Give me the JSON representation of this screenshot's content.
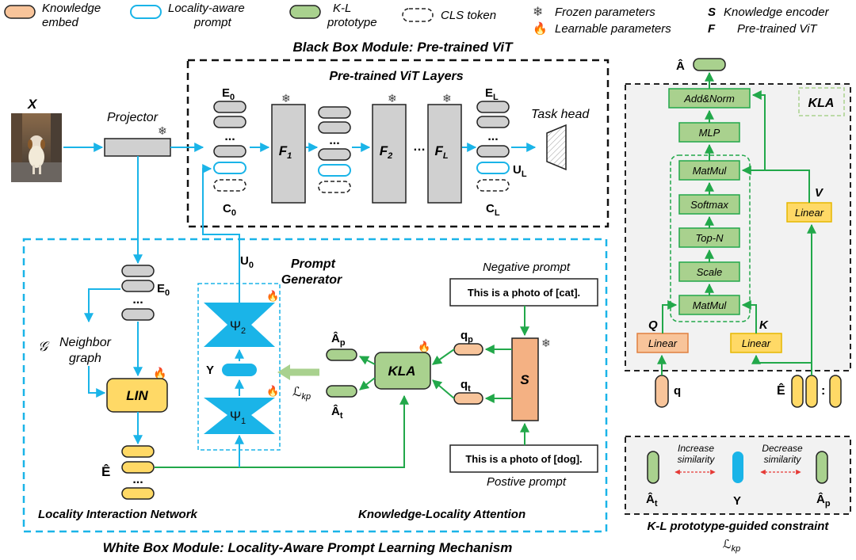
{
  "legend": {
    "knowledge_embed": "Knowledge embed",
    "knowledge_embed_l1": "Knowledge",
    "knowledge_embed_l2": "embed",
    "locality_prompt_l1": "Locality-aware",
    "locality_prompt_l2": "prompt",
    "kl_proto_l1": "K-L",
    "kl_proto_l2": "prototype",
    "cls_token": "CLS token",
    "frozen": "Frozen parameters",
    "learnable": "Learnable parameters",
    "s_key": "S",
    "s_desc": "Knowledge encoder",
    "f_key": "F",
    "f_desc": "Pre-trained ViT"
  },
  "black_box": {
    "title": "Black Box Module: Pre-trained ViT",
    "layers_title": "Pre-trained ViT Layers",
    "input_label": "X",
    "projector": "Projector",
    "task_head": "Task head",
    "e0": "E",
    "e0_sub": "0",
    "c0": "C",
    "c0_sub": "0",
    "el": "E",
    "el_sub": "L",
    "cl": "C",
    "cl_sub": "L",
    "ul": "U",
    "ul_sub": "L",
    "f1": "F",
    "f1_sub": "1",
    "f2": "F",
    "f2_sub": "2",
    "fl": "F",
    "fl_sub": "L",
    "dots": "...",
    "ellipsis": "…"
  },
  "white_box": {
    "title": "White Box Module: Locality-Aware Prompt Learning Mechanism",
    "lin_title": "Locality Interaction Network",
    "kla_title": "Knowledge-Locality Attention",
    "prompt_gen_l1": "Prompt",
    "prompt_gen_l2": "Generator",
    "u0": "U",
    "u0_sub": "0",
    "e0": "E",
    "e0_sub": "0",
    "e_hat": "Ê",
    "neighbor_sym": "𝒢",
    "neighbor_l1": "Neighbor",
    "neighbor_l2": "graph",
    "lin": "LIN",
    "psi2": "Ψ",
    "psi2_sub": "2",
    "psi1": "Ψ",
    "psi1_sub": "1",
    "y": "Y",
    "loss": "ℒ",
    "loss_sub": "kp",
    "a_p": "Â",
    "a_p_sub": "p",
    "a_t": "Â",
    "a_t_sub": "t",
    "kla": "KLA",
    "q_p": "q",
    "q_p_sub": "p",
    "q_t": "q",
    "q_t_sub": "t",
    "s": "S",
    "neg_label": "Negative prompt",
    "neg_text": "This is a photo of [cat].",
    "pos_text": "This is a photo of [dog].",
    "pos_label": "Postive prompt"
  },
  "kla_detail": {
    "a_hat": "Â",
    "tag": "KLA",
    "add_norm": "Add&Norm",
    "mlp": "MLP",
    "matmul_top": "MatMul",
    "softmax": "Softmax",
    "topn": "Top-N",
    "scale": "Scale",
    "matmul_bottom": "MatMul",
    "linear_v": "Linear",
    "linear_q": "Linear",
    "linear_k": "Linear",
    "v": "V",
    "q": "Q",
    "k": "K",
    "q_small": "q",
    "e_hat": "Ê",
    "colon": ":"
  },
  "constraint": {
    "increase_l1": "Increase",
    "increase_l2": "similarity",
    "decrease_l1": "Decrease",
    "decrease_l2": "similarity",
    "a_t": "Â",
    "a_t_sub": "t",
    "y": "Y",
    "a_p": "Â",
    "a_p_sub": "p",
    "title": "K-L prototype-guided constraint",
    "loss": "ℒ",
    "loss_sub": "kp"
  },
  "colors": {
    "knowledge": "#f8c49a",
    "prompt_blue": "#1ab4e8",
    "prototype": "#a9d18e",
    "gray_token": "#d0d0d0",
    "lin_fill": "#ffd966",
    "arrow_blue": "#1ab4e8",
    "arrow_green": "#22a84a",
    "s_fill": "#f4b183",
    "psi_fill": "#1ab4e8",
    "panel_fill": "#f2f2f2"
  }
}
